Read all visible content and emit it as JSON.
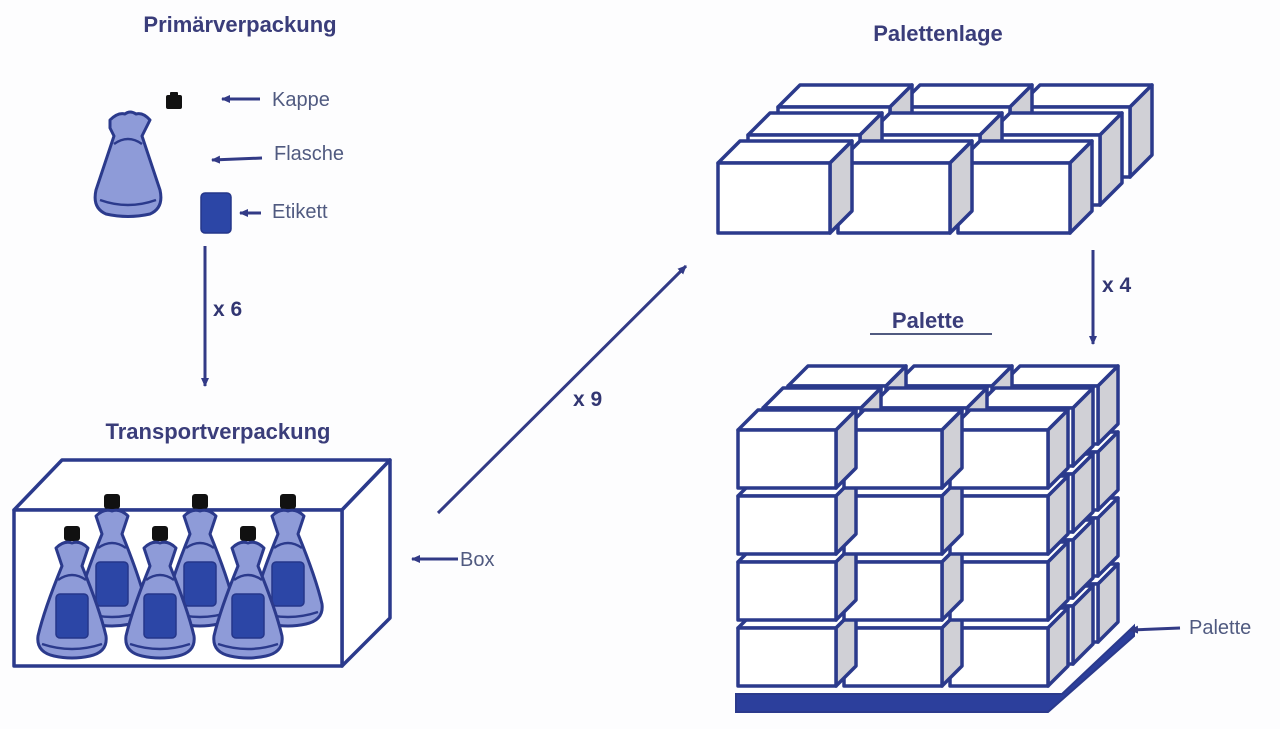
{
  "diagram": {
    "title": "Verpackungshierarchie",
    "sections": {
      "primary": {
        "title": "Primärverpackung",
        "parts": [
          {
            "label": "Kappe",
            "icon": "cap-icon"
          },
          {
            "label": "Flasche",
            "icon": "bottle-icon"
          },
          {
            "label": "Etikett",
            "icon": "label-icon"
          }
        ]
      },
      "transport": {
        "title": "Transportverpackung",
        "box_label": "Box",
        "bottle_count": 6
      },
      "layer": {
        "title": "Palettenlage",
        "grid_cols": 3,
        "grid_rows": 3
      },
      "pallet": {
        "title": "Palette",
        "base_label": "Palette",
        "layers": 4
      }
    },
    "flows": [
      {
        "from": "Primärverpackung",
        "to": "Transportverpackung",
        "label": "x 6"
      },
      {
        "from": "Transportverpackung",
        "to": "Palettenlage",
        "label": "x 9"
      },
      {
        "from": "Palettenlage",
        "to": "Palette",
        "label": "x 4"
      }
    ],
    "colors": {
      "primary_blue": "#2b3a8c",
      "bottle_fill": "#8e9bd8",
      "label_fill": "#2c46a6",
      "side_gray": "#d0d0d6",
      "title_text": "#3a3d7a"
    }
  }
}
